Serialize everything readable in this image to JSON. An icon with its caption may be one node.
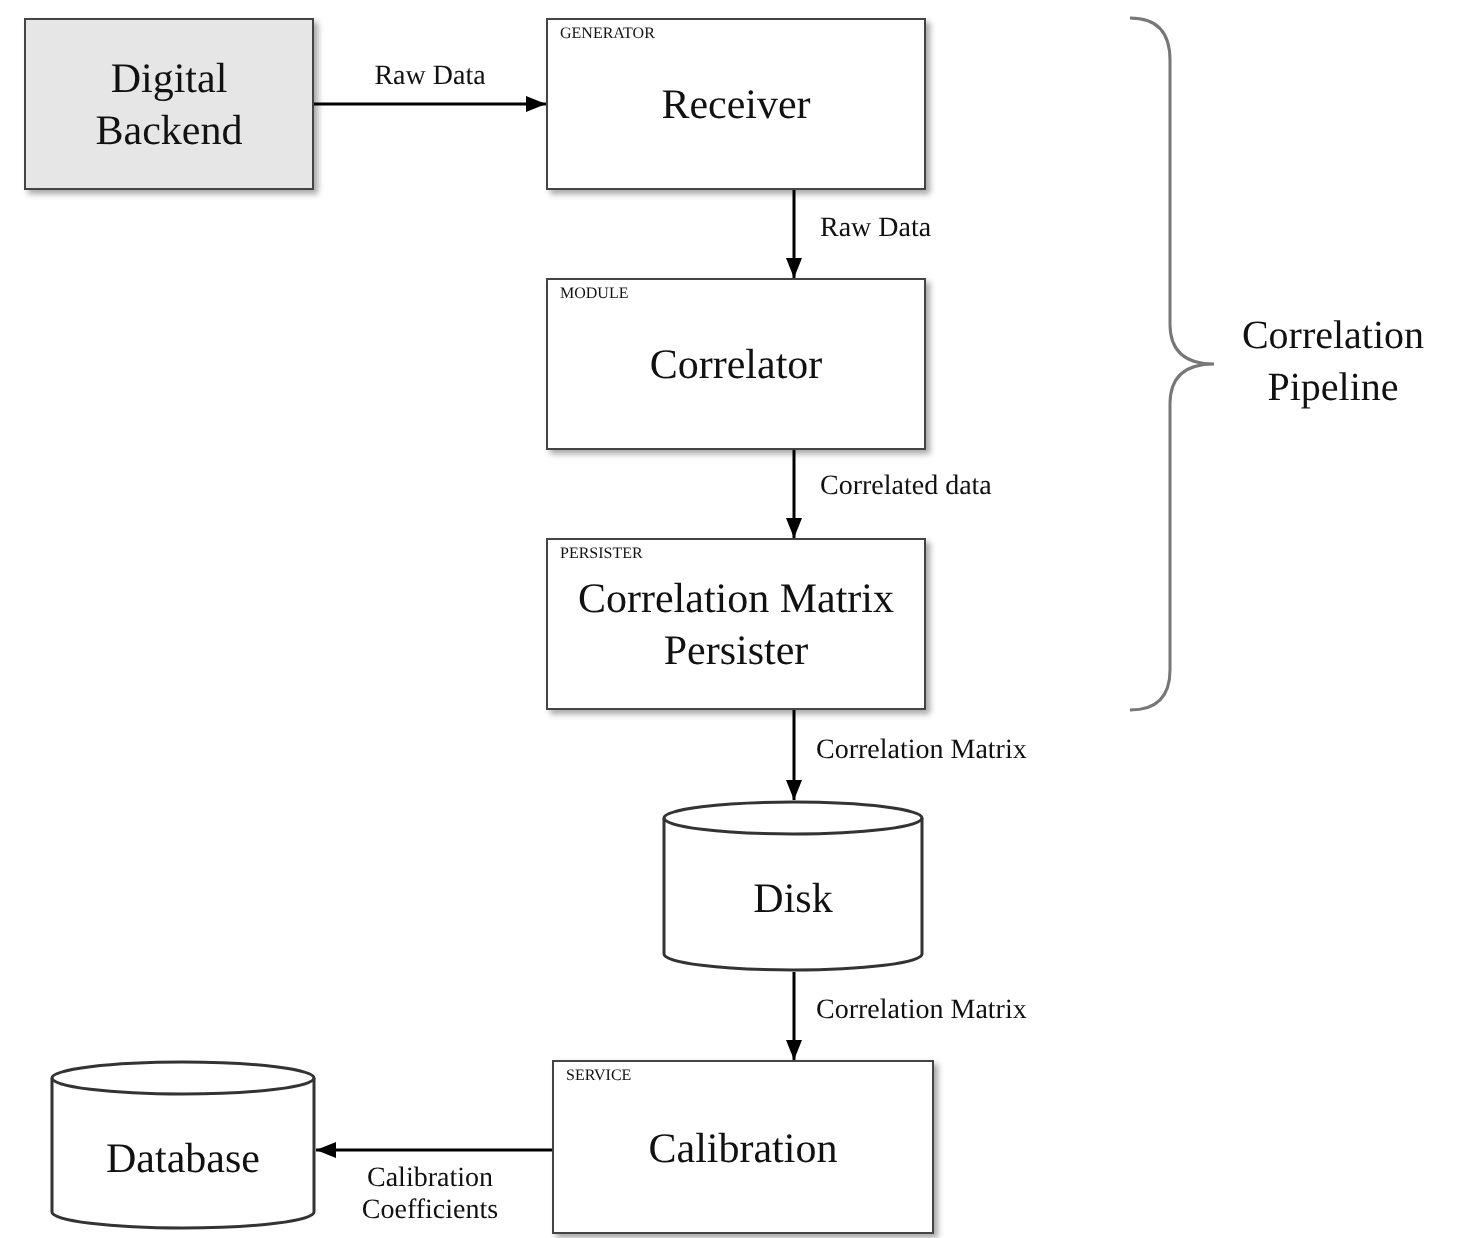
{
  "diagram": {
    "nodes": [
      {
        "text": [
          "Digital Backend"
        ]
      },
      {
        "text": [
          "GENERATOR",
          "Receiver"
        ]
      },
      {
        "text": [
          "MODULE",
          "Correlator"
        ]
      },
      {
        "text": [
          "PERSISTER",
          "Correlation Matrix Persister"
        ]
      },
      {
        "text": [
          "Disk"
        ]
      },
      {
        "text": [
          "SERVICE",
          "Calibration"
        ]
      },
      {
        "text": [
          "Database"
        ]
      }
    ],
    "edges": [
      {
        "from": 0,
        "to": 1,
        "arrow": "to",
        "label": "Raw Data"
      },
      {
        "from": 1,
        "to": 2,
        "arrow": "to",
        "label": "Raw Data"
      },
      {
        "from": 2,
        "to": 3,
        "arrow": "to",
        "label": "Correlated data"
      },
      {
        "from": 3,
        "to": 4,
        "arrow": "to",
        "label": "Correlation Matrix"
      },
      {
        "from": 4,
        "to": 5,
        "arrow": "to",
        "label": "Correlation Matrix"
      },
      {
        "from": 5,
        "to": 6,
        "arrow": "to",
        "label": "Calibration Coefficients"
      }
    ],
    "labels": [
      "Correlation Pipeline"
    ]
  }
}
